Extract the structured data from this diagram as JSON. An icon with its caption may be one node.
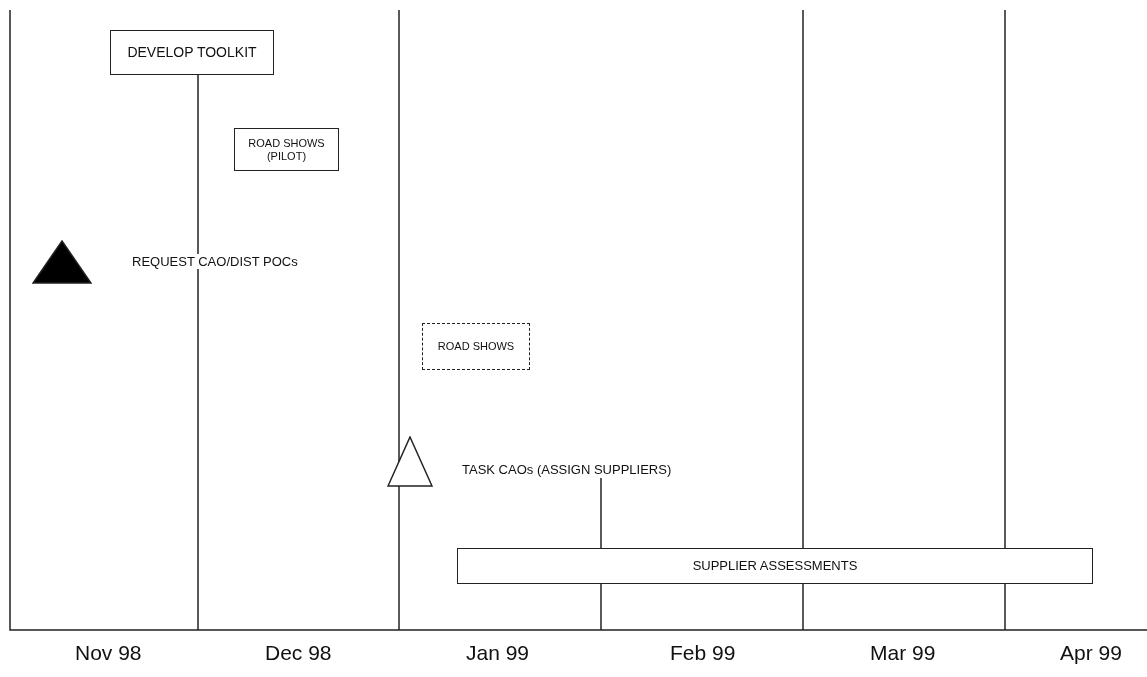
{
  "diagram": {
    "nodes": [
      {
        "text": [
          "DEVELOP TOOLKIT"
        ]
      },
      {
        "text": [
          "ROAD SHOWS (PILOT)"
        ]
      },
      {
        "text": [],
        "shape": "triangle",
        "beside": [
          "REQUEST CAO/DIST POCs"
        ]
      },
      {
        "text": [
          "ROAD SHOWS"
        ]
      },
      {
        "text": [],
        "shape": "triangle",
        "beside": [
          "TASK CAOs (ASSIGN SUPPLIERS)"
        ]
      },
      {
        "text": [
          "SUPPLIER ASSESSMENTS"
        ]
      }
    ],
    "edges": [],
    "labels": [
      "Nov 98",
      "Dec 98",
      "Jan 99",
      "Feb 99",
      "Mar 99",
      "Apr 99"
    ]
  }
}
